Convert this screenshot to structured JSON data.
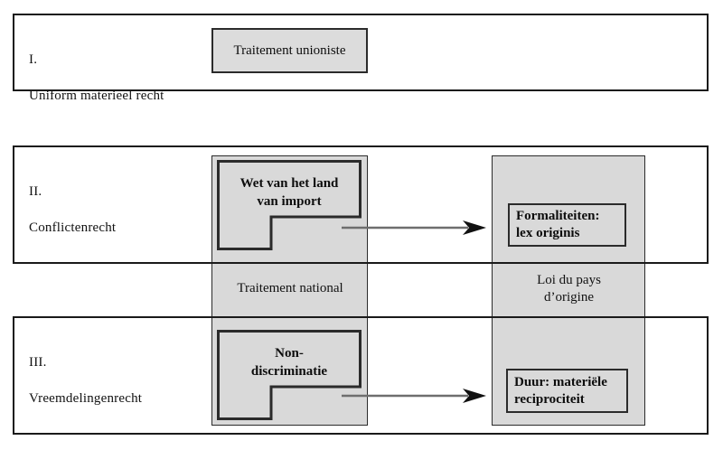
{
  "diagram": {
    "title": "Traitement unioniste / national schema",
    "colors": {
      "fill_grey": "#d9d9d9",
      "stroke": "#2b2b2b",
      "frame": "#1a1a1a",
      "text": "#111111",
      "arrow": "#6e6e6e"
    },
    "sections": [
      {
        "numeral": "I.",
        "name": "Uniform materieel recht",
        "box_label": "Traitement unioniste"
      },
      {
        "numeral": "II.",
        "name": "Conflictenrecht",
        "notch_label": "Wet van het land\nvan import",
        "target_label": "Formaliteiten:\nlex originis"
      },
      {
        "numeral": "III.",
        "name": "Vreemdelingenrecht",
        "notch_label": "Non-\ndiscriminatie",
        "target_label": "Duur: materiële\nreciprociteit"
      }
    ],
    "captions": {
      "left_band": "Traitement national",
      "right_band": "Loi du pays\nd’origine"
    }
  }
}
